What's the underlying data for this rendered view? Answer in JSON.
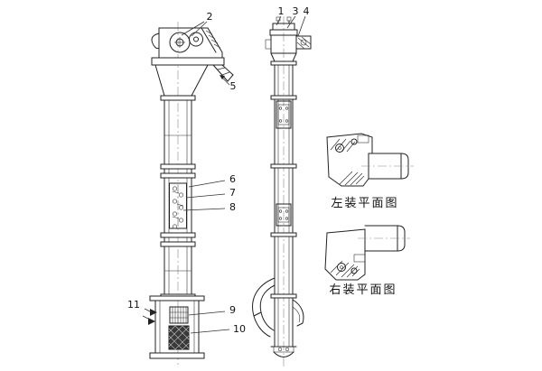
{
  "drawing": {
    "type": "engineering-diagram",
    "subject": "bucket-elevator-front-and-side-views-with-mounting-plans",
    "callouts": {
      "c1": "1",
      "c2": "2",
      "c3": "3",
      "c4": "4",
      "c5": "5",
      "c6": "6",
      "c7": "7",
      "c8": "8",
      "c9": "9",
      "c10": "10",
      "c11": "11"
    },
    "plan_labels": {
      "left": "左装平面图",
      "right": "右装平面图"
    },
    "colors": {
      "line": "#222222",
      "background": "#ffffff"
    }
  }
}
